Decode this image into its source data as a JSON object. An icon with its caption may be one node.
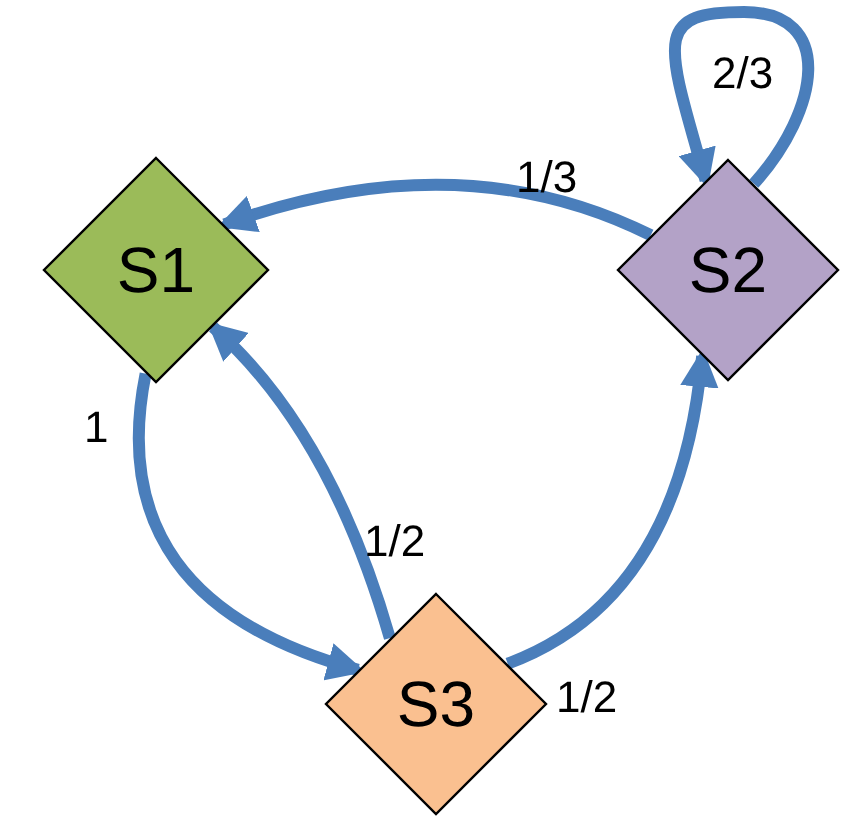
{
  "diagram": {
    "nodes": [
      {
        "text": [
          "S1"
        ]
      },
      {
        "text": [
          "S2"
        ]
      },
      {
        "text": [
          "S3"
        ]
      }
    ],
    "edges": [
      {
        "from": 1,
        "to": 0,
        "arrow": "to",
        "label": "1/3"
      },
      {
        "from": 1,
        "to": 1,
        "arrow": "to",
        "label": "2/3"
      },
      {
        "from": 0,
        "to": 2,
        "arrow": "to",
        "label": "1"
      },
      {
        "from": 2,
        "to": 0,
        "arrow": "to",
        "label": "1/2"
      },
      {
        "from": 2,
        "to": 1,
        "arrow": "to",
        "label": "1/2"
      }
    ]
  }
}
